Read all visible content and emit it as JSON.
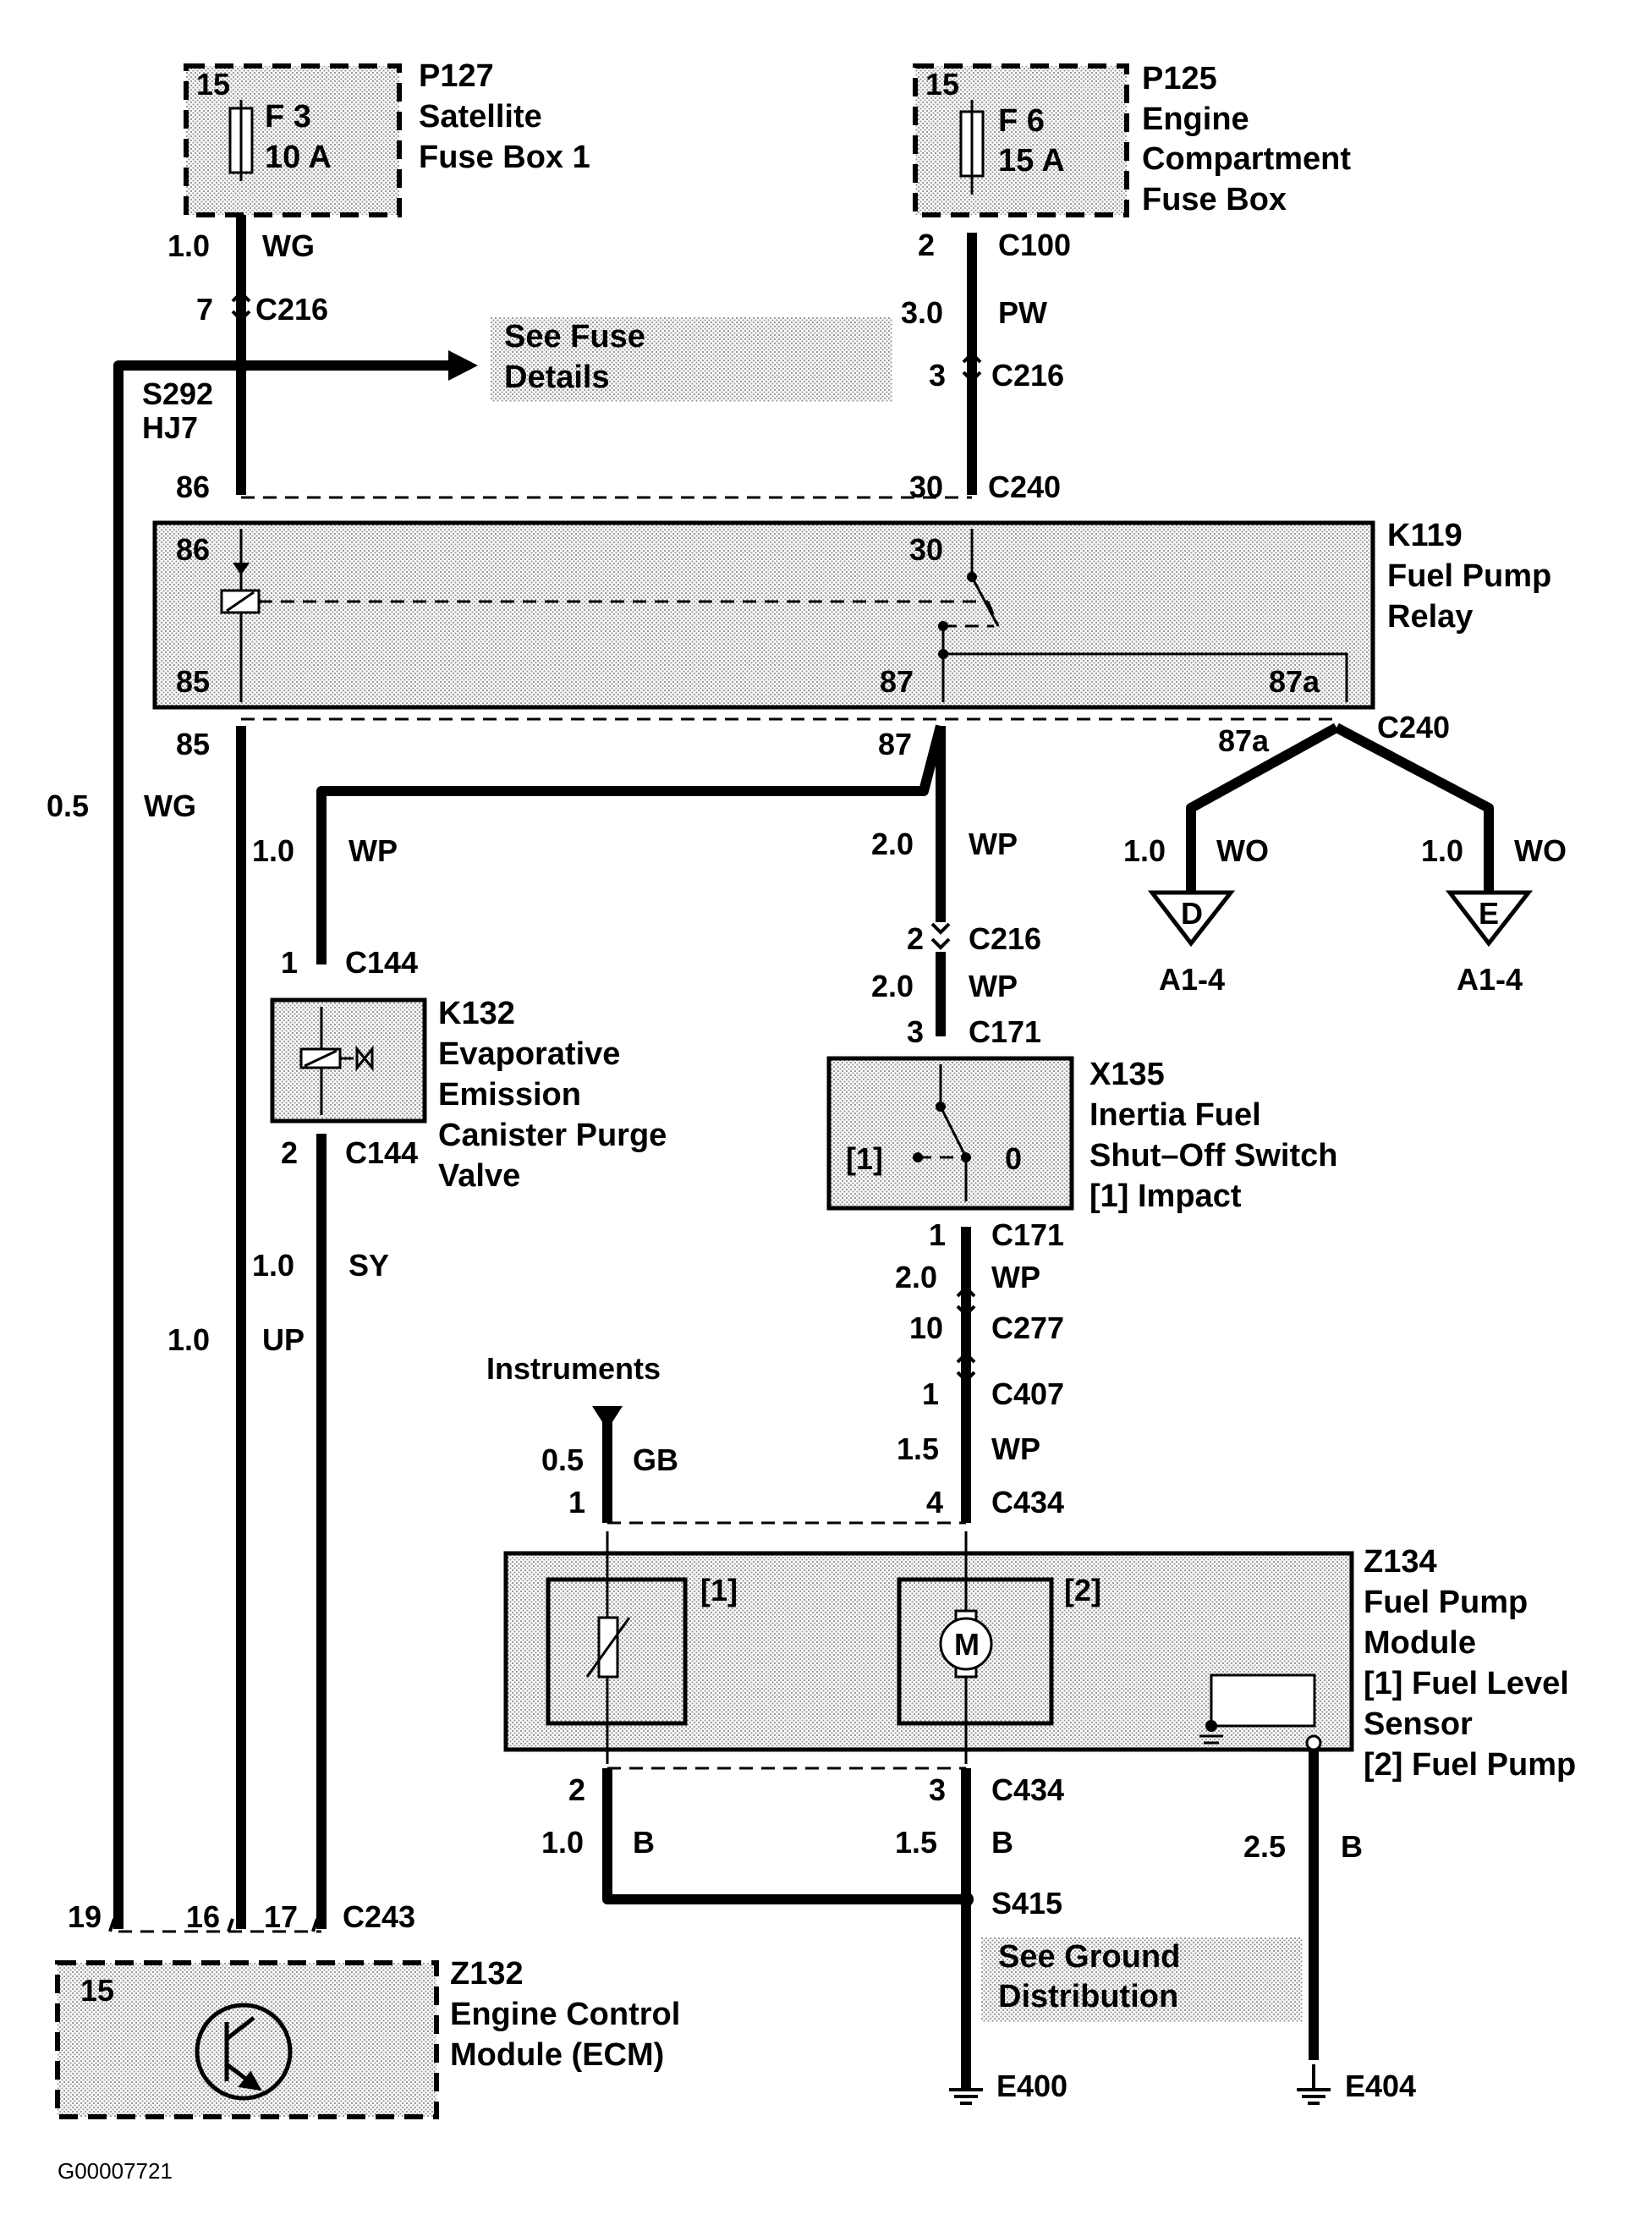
{
  "components": {
    "p127": {
      "id": "P127",
      "line1": "Satellite",
      "line2": "Fuse Box 1",
      "pin": "15",
      "fuse": "F 3",
      "rating": "10 A"
    },
    "p125": {
      "id": "P125",
      "line1": "Engine",
      "line2": "Compartment",
      "line3": "Fuse Box",
      "pin": "15",
      "fuse": "F 6",
      "rating": "15 A"
    },
    "k119": {
      "id": "K119",
      "line1": "Fuel Pump",
      "line2": "Relay",
      "pin86": "86",
      "pin85": "85",
      "pin30": "30",
      "pin87": "87",
      "pin87a": "87a"
    },
    "k132": {
      "id": "K132",
      "line1": "Evaporative",
      "line2": "Emission",
      "line3": "Canister Purge",
      "line4": "Valve"
    },
    "x135": {
      "id": "X135",
      "line1": "Inertia Fuel",
      "line2": "Shut–Off Switch",
      "line3": "[1]   Impact",
      "pos1": "[1]",
      "pos0": "0"
    },
    "z134": {
      "id": "Z134",
      "line1": "Fuel Pump",
      "line2": "Module",
      "line3": "[1]   Fuel Level",
      "line4": "Sensor",
      "line5": "[2]   Fuel Pump",
      "sub1": "[1]",
      "sub2": "[2]",
      "motor": "M"
    },
    "z132": {
      "id": "Z132",
      "line1": "Engine Control",
      "line2": "Module (ECM)",
      "pin": "15"
    }
  },
  "notes": {
    "fuse_details_1": "See Fuse",
    "fuse_details_2": "Details",
    "ground_1": "See Ground",
    "ground_2": "Distribution",
    "instruments": "Instruments",
    "drawing_id": "G00007721"
  },
  "labels": {
    "size_1_0": "1.0",
    "size_0_5": "0.5",
    "size_1_5": "1.5",
    "size_2_0": "2.0",
    "size_2_5": "2.5",
    "size_3_0": "3.0",
    "wg": "WG",
    "pw": "PW",
    "wp": "WP",
    "wo": "WO",
    "sy": "SY",
    "up": "UP",
    "gb": "GB",
    "b": "B",
    "c100": "C100",
    "c216": "C216",
    "c240": "C240",
    "c144": "C144",
    "c171": "C171",
    "c277": "C277",
    "c407": "C407",
    "c434": "C434",
    "c243": "C243",
    "s292": "S292",
    "hj7": "HJ7",
    "s415": "S415",
    "e400": "E400",
    "e404": "E404",
    "pin_1": "1",
    "pin_2": "2",
    "pin_3": "3",
    "pin_4": "4",
    "pin_7": "7",
    "pin_10": "10",
    "pin_16": "16",
    "pin_17": "17",
    "pin_19": "19",
    "pin_30": "30",
    "pin_85": "85",
    "pin_86": "86",
    "pin_87": "87",
    "pin_87a": "87a",
    "conn_d": "D",
    "conn_e": "E",
    "a1_4": "A1-4"
  }
}
